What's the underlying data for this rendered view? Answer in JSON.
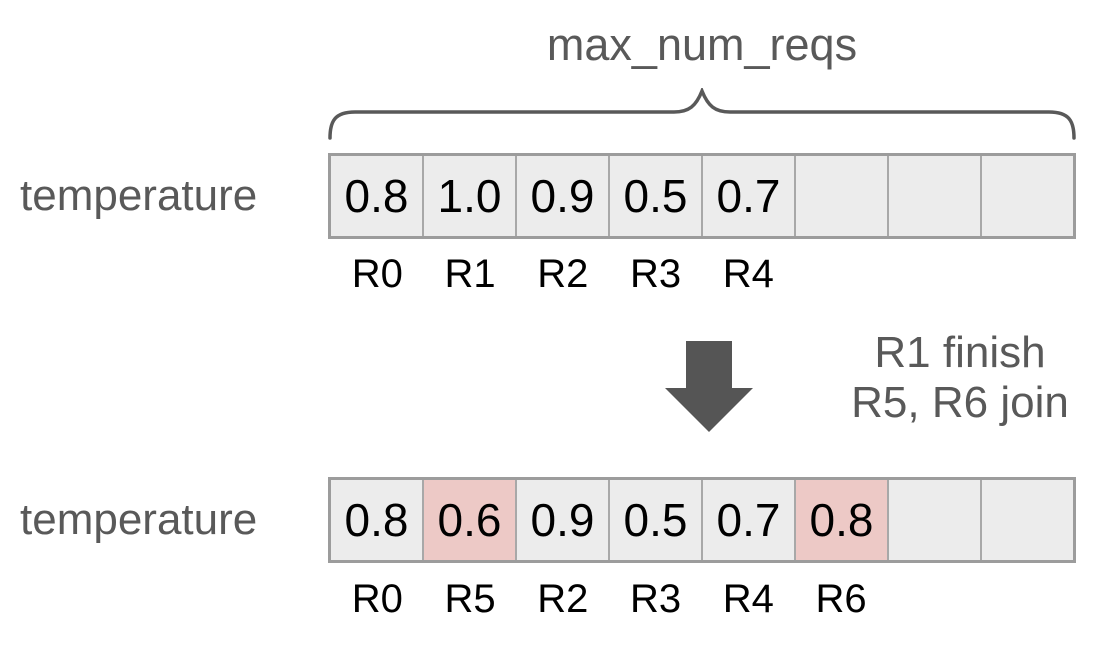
{
  "brace_label": "max_num_reqs",
  "row_label_top": "temperature",
  "row_label_bottom": "temperature",
  "transition": {
    "line1": "R1 finish",
    "line2": "R5, R6 join"
  },
  "before": {
    "cells": [
      {
        "value": "0.8",
        "highlight": false
      },
      {
        "value": "1.0",
        "highlight": false
      },
      {
        "value": "0.9",
        "highlight": false
      },
      {
        "value": "0.5",
        "highlight": false
      },
      {
        "value": "0.7",
        "highlight": false
      },
      {
        "value": "",
        "highlight": false
      },
      {
        "value": "",
        "highlight": false
      },
      {
        "value": "",
        "highlight": false
      }
    ],
    "labels": [
      "R0",
      "R1",
      "R2",
      "R3",
      "R4",
      "",
      "",
      ""
    ]
  },
  "after": {
    "cells": [
      {
        "value": "0.8",
        "highlight": false
      },
      {
        "value": "0.6",
        "highlight": true
      },
      {
        "value": "0.9",
        "highlight": false
      },
      {
        "value": "0.5",
        "highlight": false
      },
      {
        "value": "0.7",
        "highlight": false
      },
      {
        "value": "0.8",
        "highlight": true
      },
      {
        "value": "",
        "highlight": false
      },
      {
        "value": "",
        "highlight": false
      }
    ],
    "labels": [
      "R0",
      "R5",
      "R2",
      "R3",
      "R4",
      "R6",
      "",
      ""
    ]
  },
  "colors": {
    "text_gray": "#595959",
    "cell_gray": "#ececec",
    "cell_highlight_pink": "#edc9c6",
    "cell_border": "#a8a8a8",
    "array_outline": "#9c9c9c",
    "arrow": "#555555",
    "value_text": "#000000"
  }
}
